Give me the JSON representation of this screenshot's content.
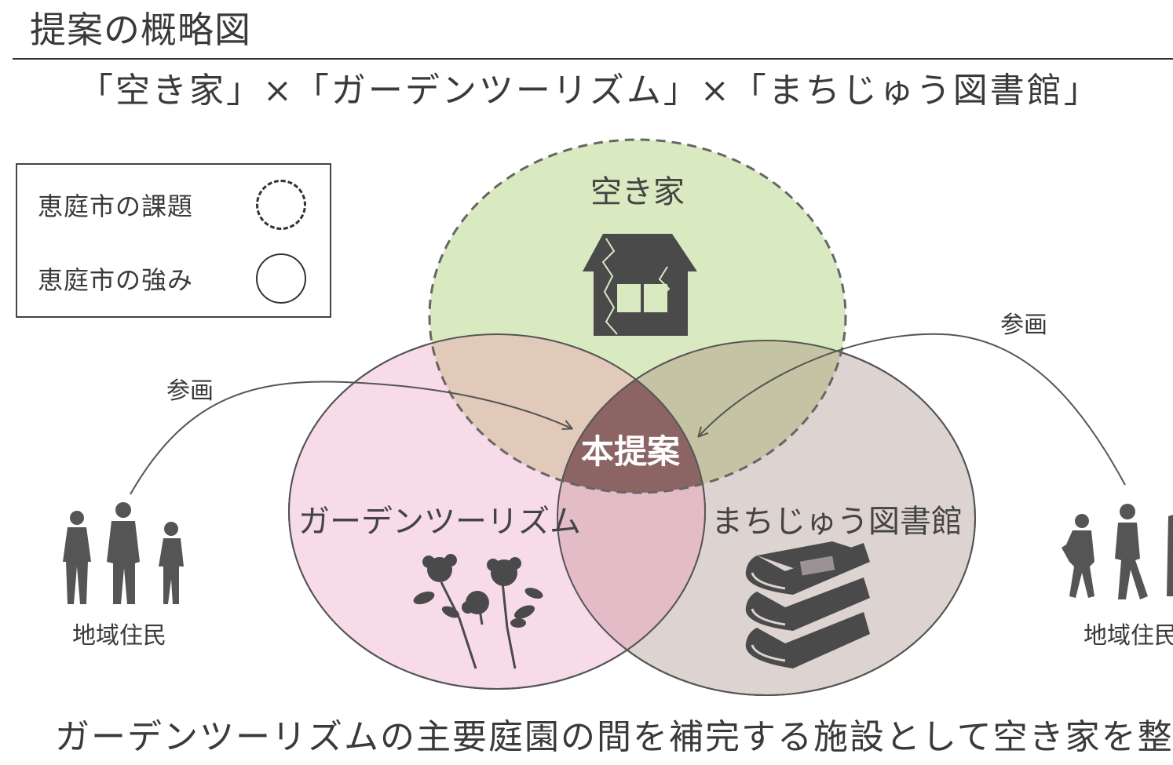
{
  "title": "提案の概略図",
  "subtitle": "「空き家」×「ガーデンツーリズム」×「まちじゅう図書館」",
  "legend": {
    "issue_label": "恵庭市の課題",
    "strength_label": "恵庭市の強み"
  },
  "circles": {
    "top": {
      "label": "空き家",
      "icon": "broken-house-icon",
      "color": "#d9eac1",
      "border": "dashed"
    },
    "left": {
      "label": "ガーデンツーリズム",
      "icon": "rose-icon",
      "color": "#f7dbe8",
      "border": "solid"
    },
    "right": {
      "label": "まちじゅう図書館",
      "icon": "book-stack-icon",
      "color": "#ddd3d0",
      "border": "solid"
    }
  },
  "center": {
    "label": "本提案",
    "color": "#8c6464"
  },
  "participation": {
    "left_label": "参画",
    "right_label": "参画"
  },
  "residents": {
    "left_label": "地域住民",
    "right_label": "地域住民",
    "icon": "people-silhouette-icon"
  },
  "footer": "ガーデンツーリズムの主要庭園の間を補完する施設として空き家を整備"
}
